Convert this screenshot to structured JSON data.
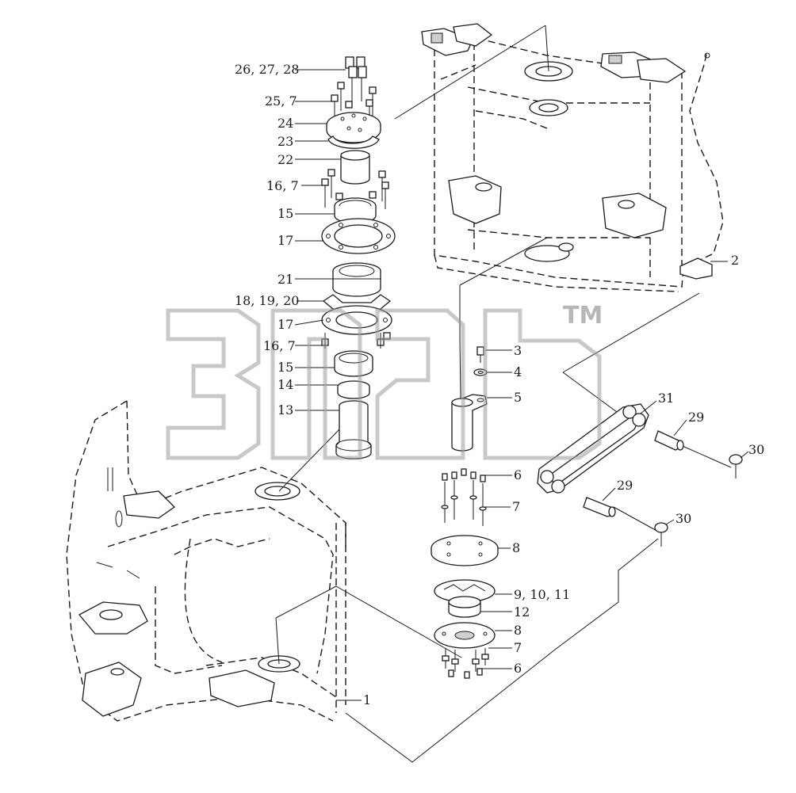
{
  "watermark": {
    "mark": "TM",
    "color": "#9a9a9a"
  },
  "callouts": {
    "c2": "2",
    "c26_27_28": "26, 27, 28",
    "c25_7": "25, 7",
    "c24": "24",
    "c23": "23",
    "c22": "22",
    "c16_7_top": "16, 7",
    "c15_top": "15",
    "c17_top": "17",
    "c21": "21",
    "c18_19_20": "18, 19, 20",
    "c17_bottom": "17",
    "c16_7_bottom": "16, 7",
    "c15_bottom": "15",
    "c14": "14",
    "c13": "13",
    "c3": "3",
    "c4": "4",
    "c5": "5",
    "c6_top": "6",
    "c7_top": "7",
    "c8_top": "8",
    "c9_10_11": "9, 10, 11",
    "c12": "12",
    "c8_bottom": "8",
    "c7_bottom": "7",
    "c6_bottom": "6",
    "c1": "1",
    "c31": "31",
    "c29_right": "29",
    "c30_right": "30",
    "c29_left": "29",
    "c30_left": "30"
  }
}
